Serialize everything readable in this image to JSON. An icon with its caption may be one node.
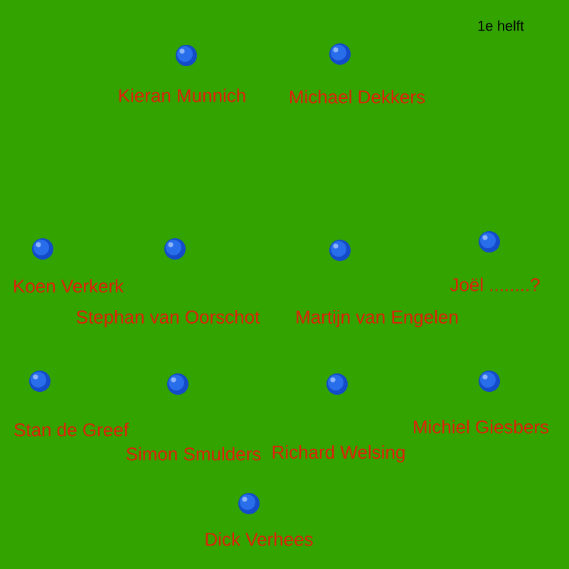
{
  "diagram": {
    "title": "1e helft",
    "nodes": [
      {
        "text": [],
        "shape": "circle",
        "beside": [
          "Kieran Munnich"
        ]
      },
      {
        "text": [],
        "shape": "circle",
        "beside": [
          "Michael Dekkers"
        ]
      },
      {
        "text": [],
        "shape": "circle",
        "beside": [
          "Koen Verkerk"
        ]
      },
      {
        "text": [],
        "shape": "circle",
        "beside": [
          "Stephan van Oorschot"
        ]
      },
      {
        "text": [],
        "shape": "circle",
        "beside": [
          "Martijn van Engelen"
        ]
      },
      {
        "text": [],
        "shape": "circle",
        "beside": [
          "Joël  ........?"
        ]
      },
      {
        "text": [],
        "shape": "circle",
        "beside": [
          "Stan de Greef"
        ]
      },
      {
        "text": [],
        "shape": "circle",
        "beside": [
          "Simon Smulders"
        ]
      },
      {
        "text": [],
        "shape": "circle",
        "beside": [
          "Richard Welsing"
        ]
      },
      {
        "text": [],
        "shape": "circle",
        "beside": [
          "Michiel Giesbers"
        ]
      },
      {
        "text": [],
        "shape": "circle",
        "beside": [
          "Dick Verhees"
        ]
      }
    ]
  }
}
